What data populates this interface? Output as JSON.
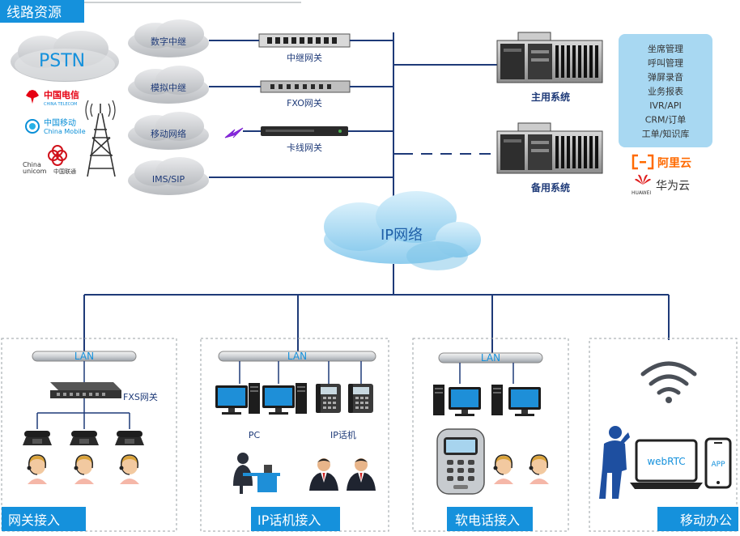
{
  "header": {
    "title": "线路资源"
  },
  "pstn": {
    "label": "PSTN",
    "carriers": {
      "telecom": {
        "cn": "中国电信",
        "en": "CHINA TELECOM"
      },
      "mobile": {
        "cn": "中国移动",
        "en": "China Mobile"
      },
      "unicom": {
        "en1": "China",
        "en2": "unicom",
        "cn": "中国联通"
      }
    }
  },
  "trunks": [
    {
      "cloud": "数字中继",
      "gateway": "中继网关"
    },
    {
      "cloud": "模拟中继",
      "gateway": "FXO网关"
    },
    {
      "cloud": "移动网络",
      "gateway": "卡线网关"
    },
    {
      "cloud": "IMS/SIP",
      "gateway": ""
    }
  ],
  "servers": {
    "primary": "主用系统",
    "backup": "备用系统"
  },
  "features": [
    "坐席管理",
    "呼叫管理",
    "弹屏录音",
    "业务报表",
    "IVR/API",
    "CRM/订单",
    "工单/知识库"
  ],
  "clouds": {
    "aliyun": "阿里云",
    "huawei": "华为云",
    "huawei_en": "HUAWEI"
  },
  "ip_network": "IP网络",
  "lan_label": "LAN",
  "panels": {
    "gateway": {
      "title": "网关接入",
      "device": "FXS网关"
    },
    "ipphone": {
      "title": "IP话机接入",
      "pc": "PC",
      "phone": "IP话机"
    },
    "softphone": {
      "title": "软电话接入"
    },
    "mobile": {
      "title": "移动办公",
      "webrtc": "webRTC",
      "app": "APP"
    }
  },
  "colors": {
    "accent": "#1591dc",
    "line": "#1e3a78",
    "cloud": "#c9ccd0",
    "feature_box": "#a8d8f2"
  }
}
